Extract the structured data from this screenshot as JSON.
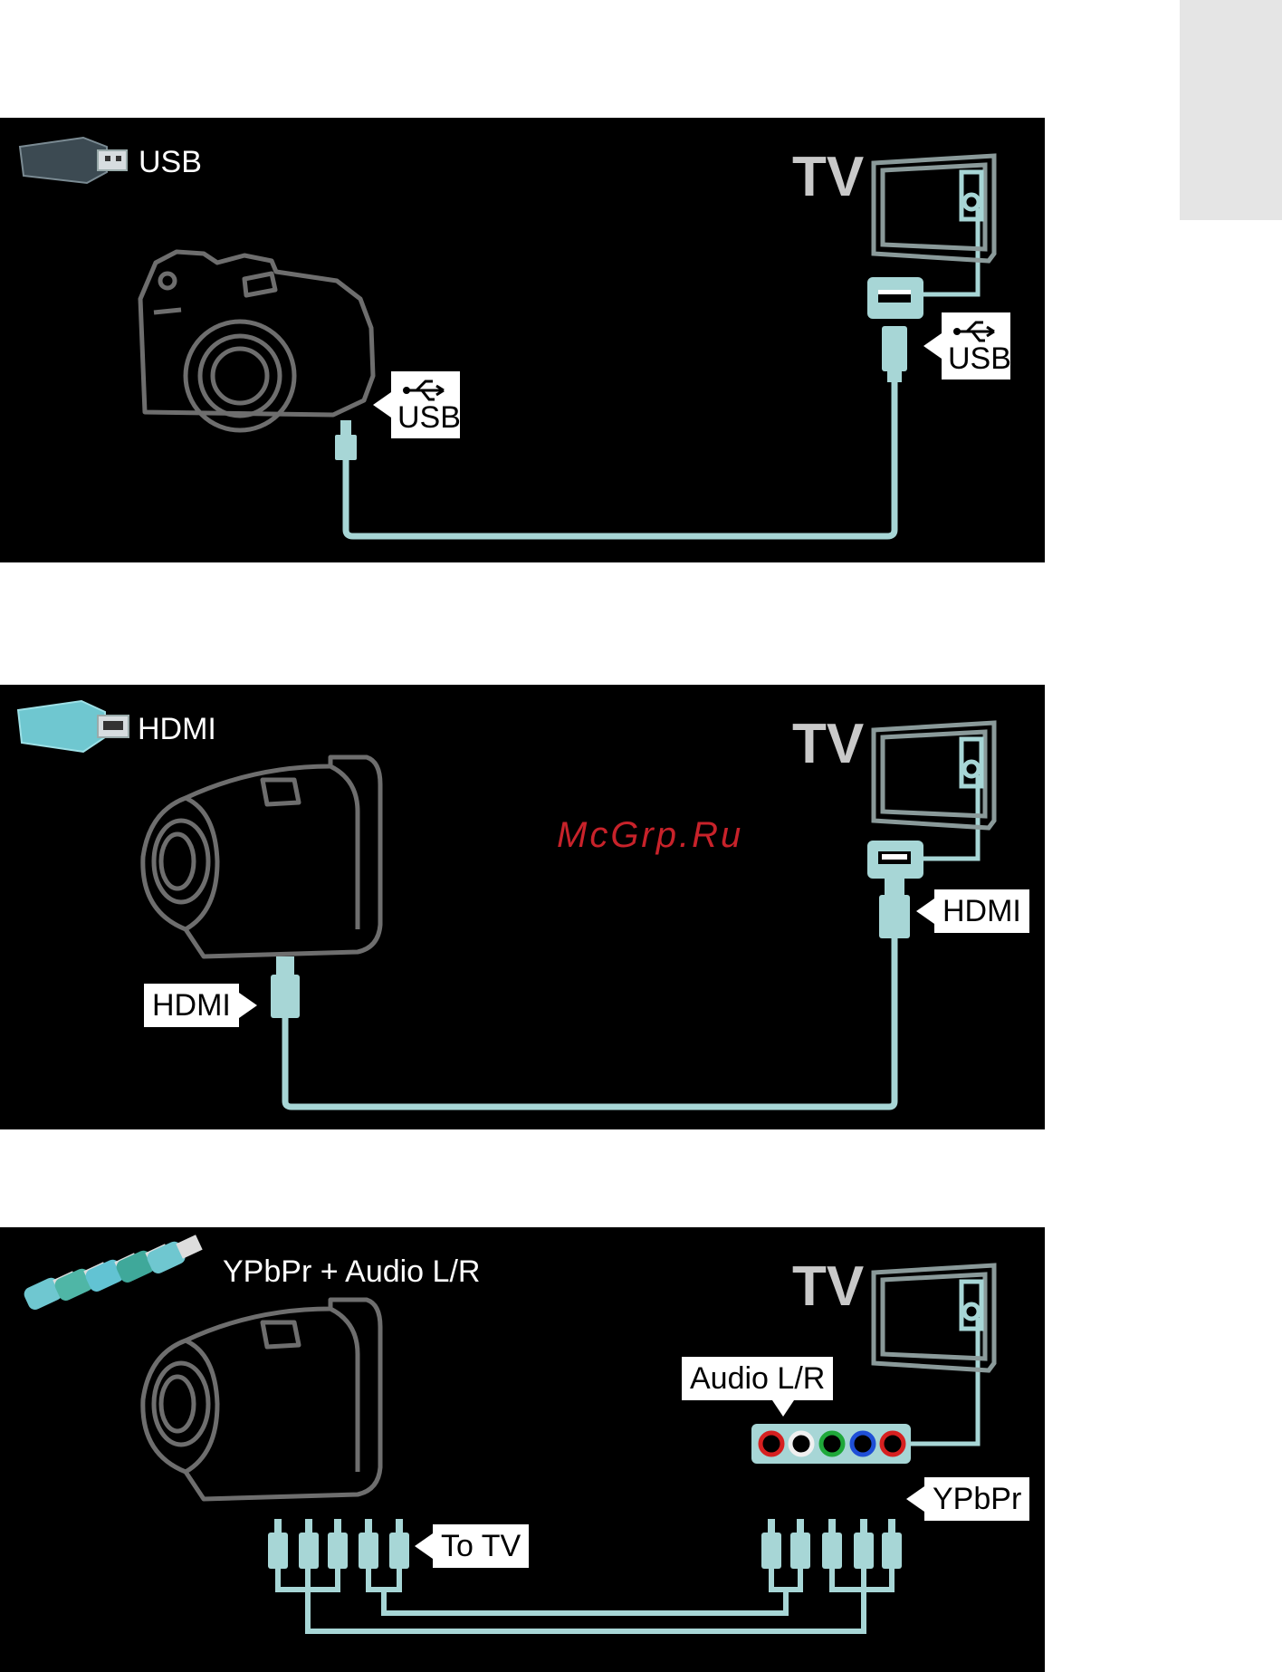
{
  "colors": {
    "cable": "#a7d6d6",
    "device_outline": "#6e6e6e",
    "tv_outline": "#8a9a9a",
    "rca_red": "#d62020",
    "rca_white": "#f0f0f0",
    "rca_green": "#1fa83a",
    "rca_blue": "#1f4fd6",
    "watermark": "#c8222a"
  },
  "watermark": "McGrp.Ru",
  "panels": {
    "usb": {
      "title": "USB",
      "tv": "TV",
      "device_label": "USB",
      "tv_label": "USB",
      "device": "camera-icon"
    },
    "hdmi": {
      "title": "HDMI",
      "tv": "TV",
      "device_label": "HDMI",
      "tv_label": "HDMI",
      "device": "camcorder-icon"
    },
    "ypbpr": {
      "title": "YPbPr + Audio L/R",
      "tv": "TV",
      "audio_label": "Audio L/R",
      "ypbpr_label": "YPbPr",
      "device_label": "To TV",
      "device": "camcorder-icon"
    }
  }
}
